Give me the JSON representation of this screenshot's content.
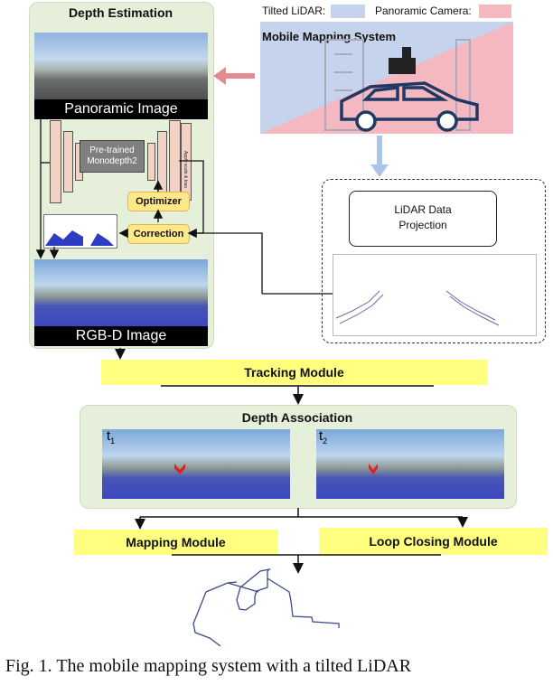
{
  "depth_estimation": {
    "title": "Depth Estimation",
    "panoramic_label": "Panoramic Image",
    "rgbd_label": "RGB-D Image",
    "network_label": "Pre-trained Monodepth2",
    "scale_bias_label": "Apply scale & bias",
    "optimizer_label": "Optimizer",
    "correction_label": "Correction"
  },
  "legend": {
    "tilted_lidar": "Tilted LiDAR:",
    "panoramic_camera": "Panoramic Camera:",
    "lidar_color": "#c5d4ec",
    "camera_color": "#f4b9c0"
  },
  "mobile_mapping": {
    "title": "Mobile Mapping System"
  },
  "lidar_projection": {
    "label_line1": "LiDAR Data",
    "label_line2": "Projection"
  },
  "tracking": {
    "label": "Tracking Module"
  },
  "depth_association": {
    "title": "Depth Association",
    "t1": "t",
    "t1_sub": "1",
    "t2": "t",
    "t2_sub": "2"
  },
  "mapping": {
    "label": "Mapping Module"
  },
  "loop_closing": {
    "label": "Loop Closing Module"
  },
  "caption": "Fig. 1. The mobile mapping system with a tilted LiDAR",
  "colors": {
    "panel_green": "#e6efda",
    "module_yellow": "#ffff80",
    "button_yellow": "#ffe88a",
    "arrow_pink": "#e58a8e",
    "arrow_blue": "#a9c6e8"
  }
}
